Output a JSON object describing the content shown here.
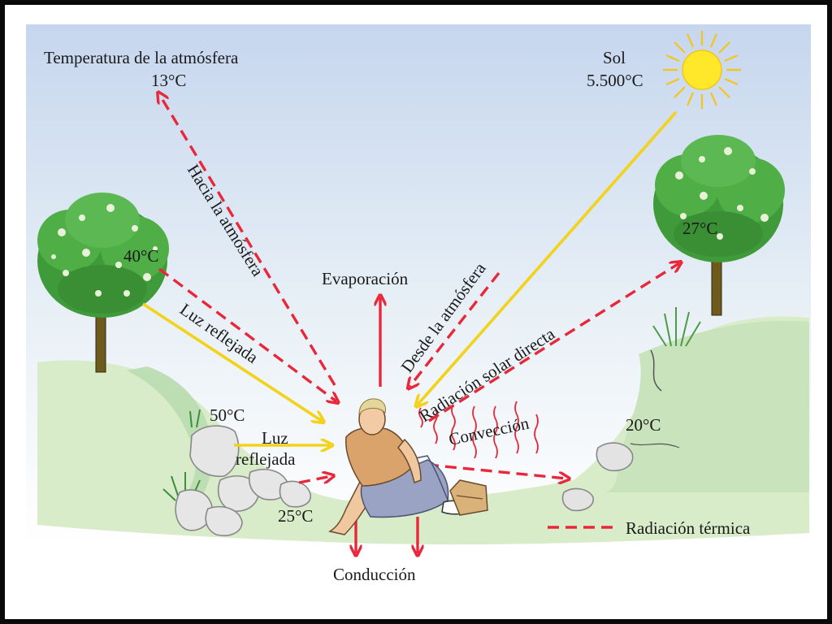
{
  "labels": {
    "atmosphere_title": "Temperatura de la atmósfera",
    "atmosphere_temp": "13°C",
    "sun_title": "Sol",
    "sun_temp": "5.500°C",
    "tree_left_temp": "40°C",
    "tree_right_temp": "27°C",
    "rocks_temp": "50°C",
    "ground_temp": "25°C",
    "bank_right_temp": "20°C",
    "to_atmosphere": "Hacia la atmósfera",
    "from_atmosphere": "Desde la atmósfera",
    "evaporation": "Evaporación",
    "reflected_light_tree": "Luz reflejada",
    "reflected_light_rocks_line1": "Luz",
    "reflected_light_rocks_line2": "reflejada",
    "direct_solar": "Radiación solar directa",
    "convection": "Convección",
    "conduction": "Conducción",
    "legend_thermal": "Radiación térmica"
  },
  "colors": {
    "thermal_radiation": "#e8283a",
    "solar_light": "#f2d21b",
    "sky_top": "#c8d8ee",
    "ground": "#d8ecc8",
    "foliage": "#3f9a3a"
  }
}
